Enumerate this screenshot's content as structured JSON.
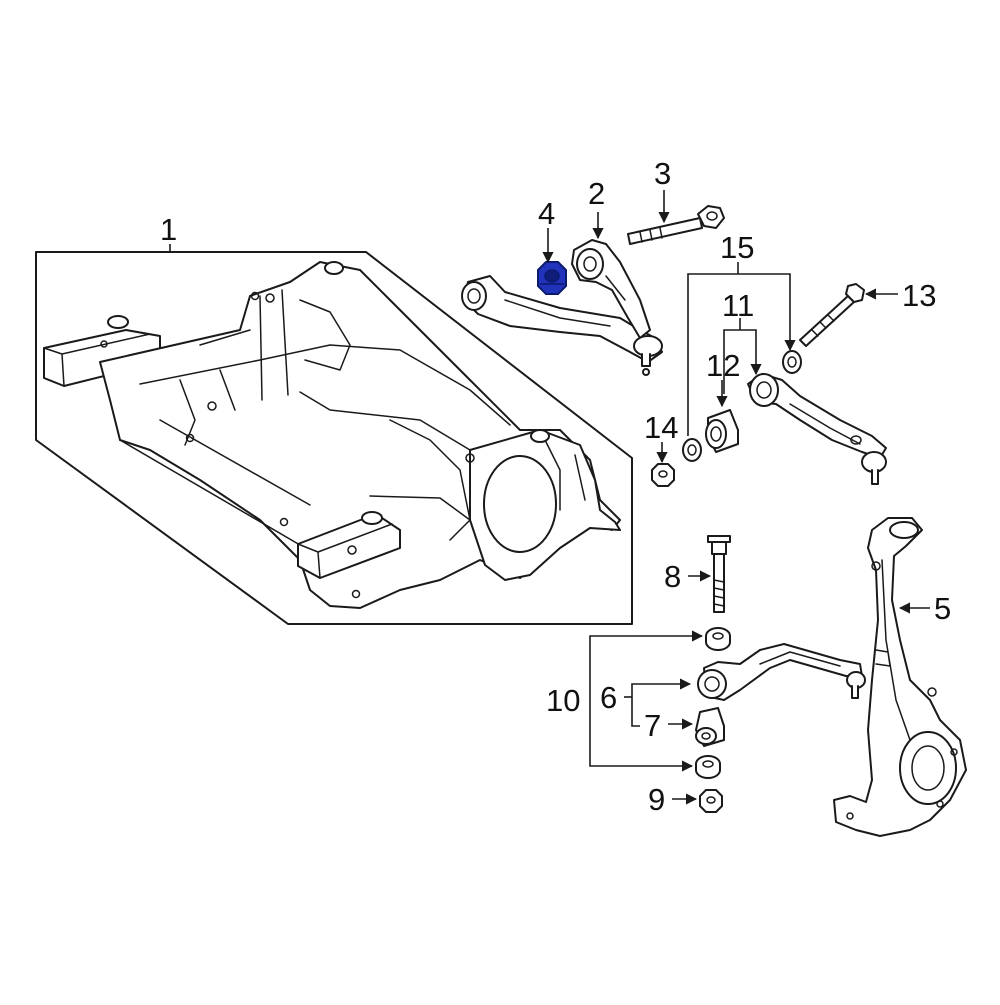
{
  "colors": {
    "highlight": "#2233bb",
    "line": "#1a1a1a",
    "background": "#ffffff"
  },
  "callouts": [
    {
      "id": "c1",
      "label": "1"
    },
    {
      "id": "c2",
      "label": "2"
    },
    {
      "id": "c3",
      "label": "3"
    },
    {
      "id": "c4",
      "label": "4",
      "highlighted": true
    },
    {
      "id": "c5",
      "label": "5"
    },
    {
      "id": "c6",
      "label": "6"
    },
    {
      "id": "c7",
      "label": "7"
    },
    {
      "id": "c8",
      "label": "8"
    },
    {
      "id": "c9",
      "label": "9"
    },
    {
      "id": "c10",
      "label": "10"
    },
    {
      "id": "c11",
      "label": "11"
    },
    {
      "id": "c12",
      "label": "12"
    },
    {
      "id": "c13",
      "label": "13"
    },
    {
      "id": "c14",
      "label": "14"
    },
    {
      "id": "c15",
      "label": "15"
    }
  ]
}
